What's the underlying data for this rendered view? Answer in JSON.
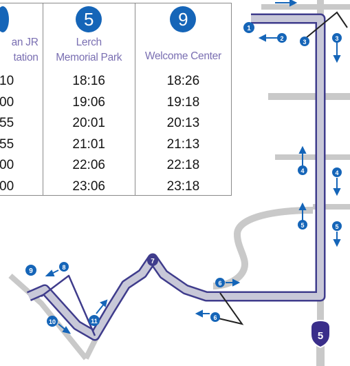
{
  "timetable": {
    "columns": [
      {
        "badge": "",
        "stop_lines": [
          "an JR",
          "tation"
        ],
        "times": [
          "10",
          "00",
          "55",
          "55",
          "00",
          "00"
        ]
      },
      {
        "badge": "5",
        "stop_lines": [
          "Lerch",
          "Memorial Park"
        ],
        "times": [
          "18:16",
          "19:06",
          "20:01",
          "21:01",
          "22:06",
          "23:06"
        ]
      },
      {
        "badge": "9",
        "stop_lines": [
          "Welcome Center",
          ""
        ],
        "times": [
          "18:26",
          "19:18",
          "20:13",
          "21:13",
          "22:18",
          "23:18"
        ]
      }
    ]
  },
  "map": {
    "route_badge": "5",
    "stop_markers": [
      "1",
      "2",
      "3",
      "3",
      "4",
      "4",
      "5",
      "5",
      "6",
      "6",
      "7",
      "8",
      "9",
      "10",
      "11"
    ],
    "colors": {
      "route_line": "#3f3c8c",
      "route_fill": "#c8c8d8",
      "stop_marker": "#1565b8",
      "route_badge": "#3a2e8a",
      "road": "#c9c9c9",
      "table_header_text": "#7a6fb2"
    }
  }
}
